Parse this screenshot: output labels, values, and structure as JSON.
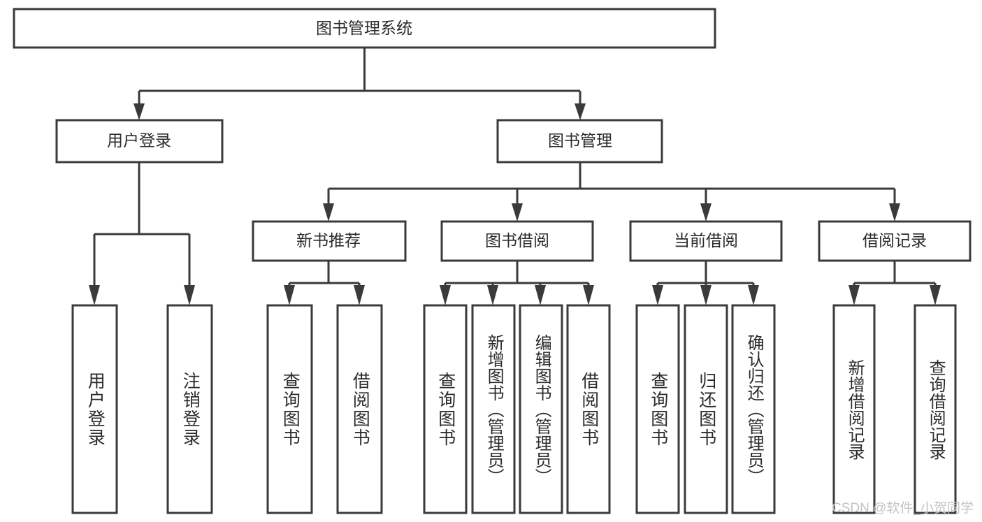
{
  "diagram": {
    "title": "图书管理系统",
    "type": "hierarchy-tree",
    "orientation": "top-down",
    "colors": {
      "box_stroke": "#3a3a3a",
      "box_fill": "#ffffff",
      "connector": "#3a3a3a",
      "label_text": "#2b2b2b",
      "background": "#ffffff",
      "watermark": "#c3c3c3"
    },
    "root": {
      "label": "图书管理系统"
    },
    "level1": [
      {
        "label": "用户登录"
      },
      {
        "label": "图书管理"
      }
    ],
    "level2": [
      {
        "label": "新书推荐"
      },
      {
        "label": "图书借阅"
      },
      {
        "label": "当前借阅"
      },
      {
        "label": "借阅记录"
      }
    ],
    "leaves": {
      "user_login": [
        {
          "label": "用户登录"
        },
        {
          "label": "注销登录"
        }
      ],
      "new_book_recommend": [
        {
          "label": "查询图书"
        },
        {
          "label": "借阅图书"
        }
      ],
      "book_borrow": [
        {
          "label": "查询图书"
        },
        {
          "label": "新增图书（管理员）"
        },
        {
          "label": "编辑图书（管理员）"
        },
        {
          "label": "借阅图书"
        }
      ],
      "current_borrow": [
        {
          "label": "查询图书"
        },
        {
          "label": "归还图书"
        },
        {
          "label": "确认归还（管理员）"
        }
      ],
      "borrow_record": [
        {
          "label": "新增借阅记录"
        },
        {
          "label": "查询借阅记录"
        }
      ]
    }
  },
  "watermark": {
    "text": "CSDN @软件_小贺同学"
  }
}
